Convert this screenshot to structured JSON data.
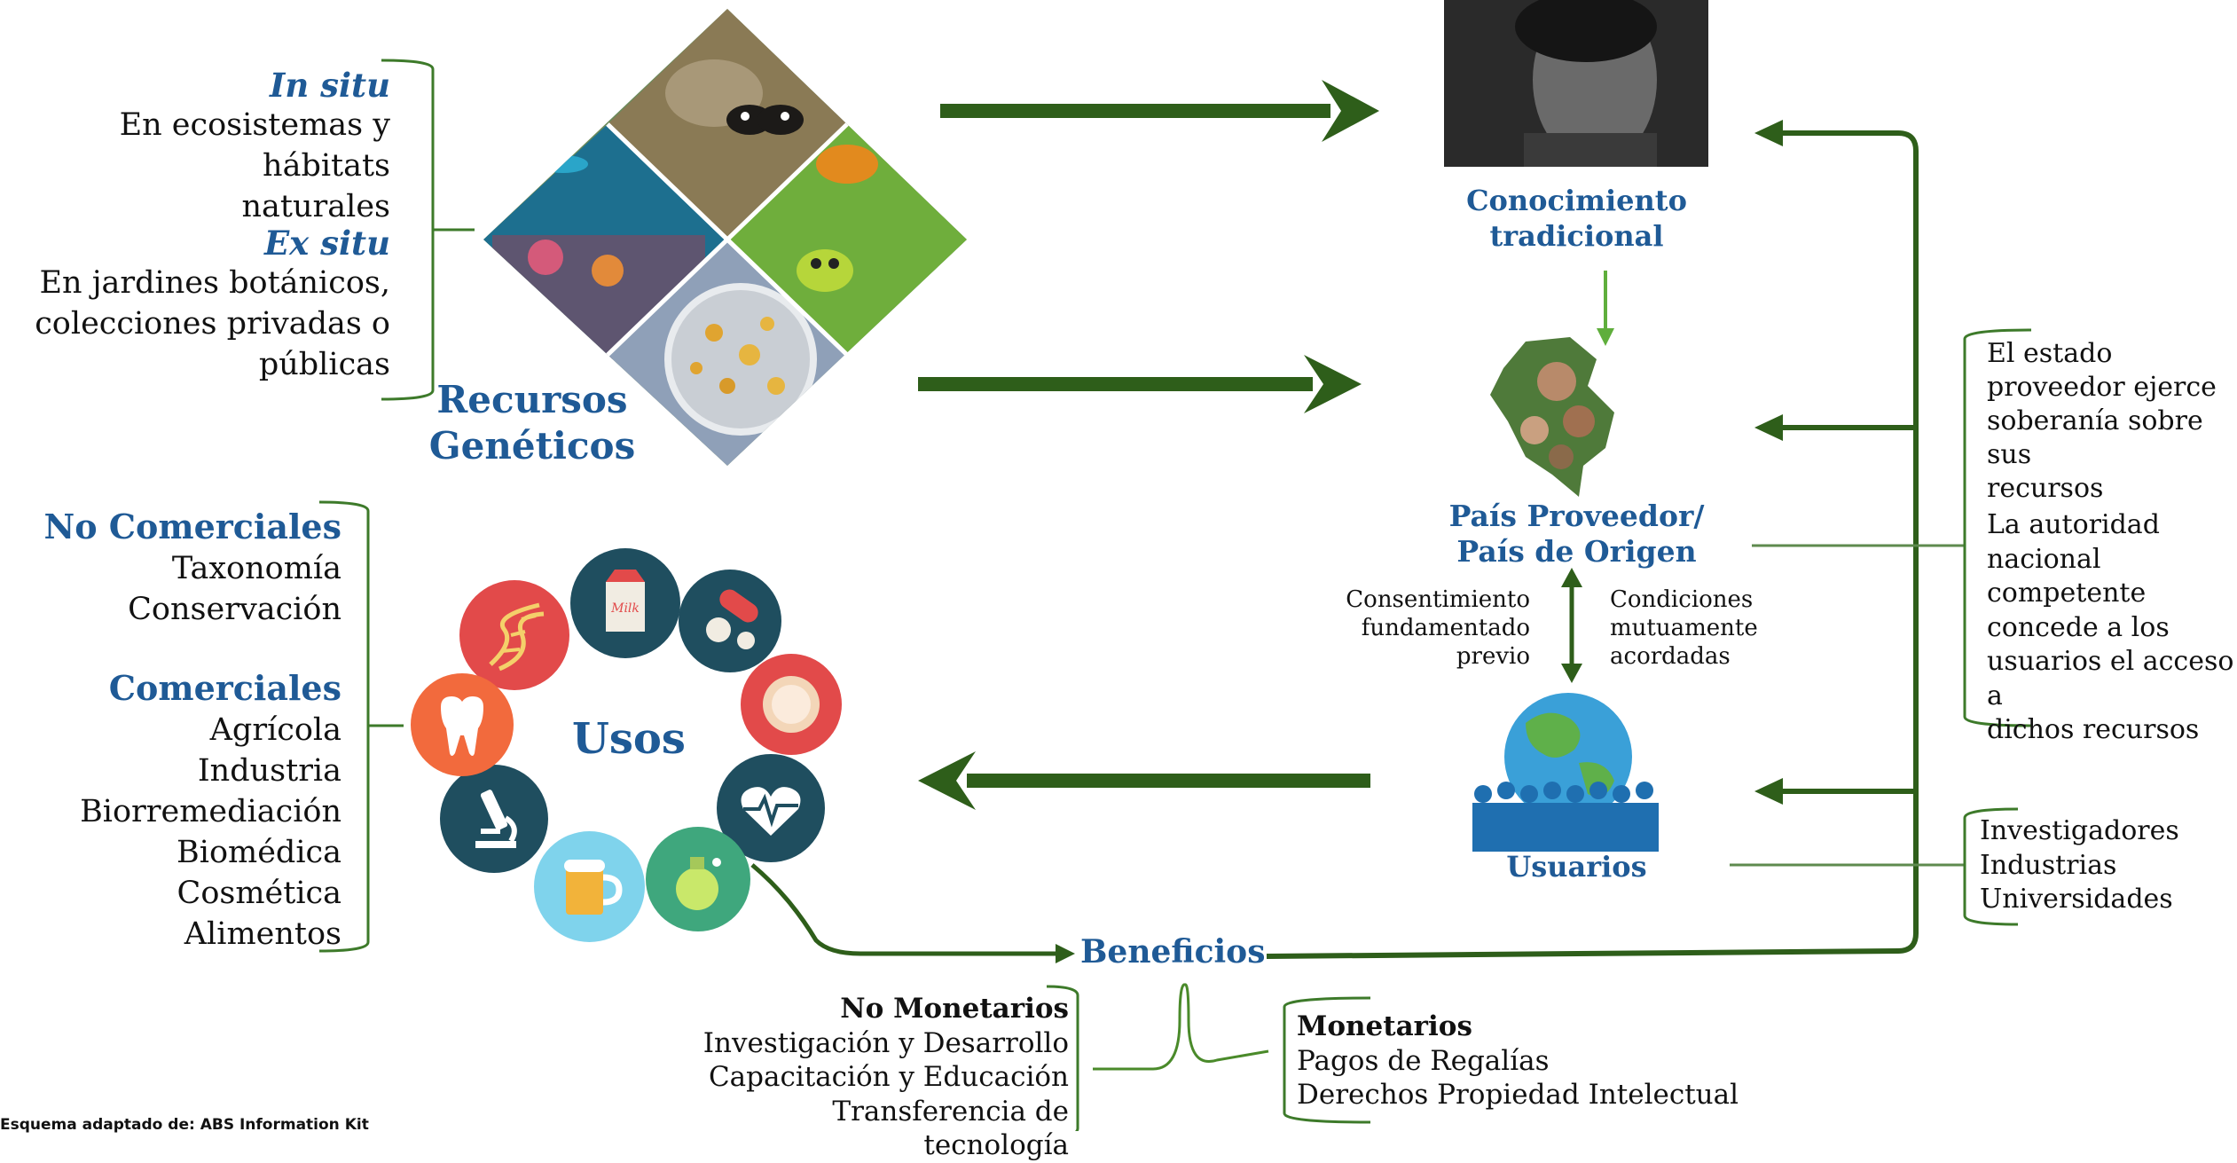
{
  "left_top": {
    "in_situ_title": "In situ",
    "in_situ_text": [
      "En ecosistemas y hábitats",
      "naturales"
    ],
    "ex_situ_title": "Ex situ",
    "ex_situ_text": [
      "En jardines botánicos,",
      "colecciones privadas o",
      "públicas"
    ]
  },
  "recursos": {
    "line1": "Recursos",
    "line2": "Genéticos"
  },
  "usos_label": "Usos",
  "usos_list": {
    "no_comerciales_title": "No Comerciales",
    "no_comerciales_items": [
      "Taxonomía",
      "Conservación"
    ],
    "comerciales_title": "Comerciales",
    "comerciales_items": [
      "Agrícola",
      "Industria",
      "Biorremediación",
      "Biomédica",
      "Cosmética",
      "Alimentos"
    ]
  },
  "usos_icons": [
    "dna-icon",
    "milk-carton-icon",
    "pills-icon",
    "compact-powder-icon",
    "heartbeat-icon",
    "perfume-icon",
    "beer-mug-icon",
    "microscope-icon",
    "tooth-icon"
  ],
  "usos_icon_milk_text": "Milk",
  "conocimiento": {
    "line1": "Conocimiento",
    "line2": "tradicional"
  },
  "pais": {
    "line1": "País Proveedor/",
    "line2": "País de Origen"
  },
  "consentimiento": [
    "Consentimiento",
    "fundamentado",
    "previo"
  ],
  "condiciones": [
    "Condiciones",
    "mutuamente",
    "acordadas"
  ],
  "usuarios_label": "Usuarios",
  "estado_text": [
    "El estado",
    "proveedor ejerce",
    "soberanía sobre sus",
    "recursos"
  ],
  "autoridad_text": [
    "La autoridad",
    "nacional",
    "competente",
    "concede a los",
    "usuarios el acceso a",
    "dichos recursos"
  ],
  "usuarios_list": [
    "Investigadores",
    "Industrias",
    "Universidades"
  ],
  "beneficios_label": "Beneficios",
  "no_monetarios": {
    "title": "No Monetarios",
    "items": [
      "Investigación y Desarrollo",
      "Capacitación y Educación",
      "Transferencia de tecnología"
    ]
  },
  "monetarios": {
    "title": "Monetarios",
    "items": [
      "Pagos de Regalías",
      "Derechos Propiedad Intelectual"
    ]
  },
  "source_note": "Esquema adaptado de: ABS Information Kit",
  "colors": {
    "dark_green": "#2e5e1a",
    "light_green": "#5fae3c",
    "blue": "#1f5a96",
    "icon_dark": "#1f4e5f",
    "icon_red": "#e24a4a",
    "icon_orange": "#f26a3d",
    "icon_light_blue": "#7fd3ec",
    "icon_green": "#3fa77d"
  }
}
